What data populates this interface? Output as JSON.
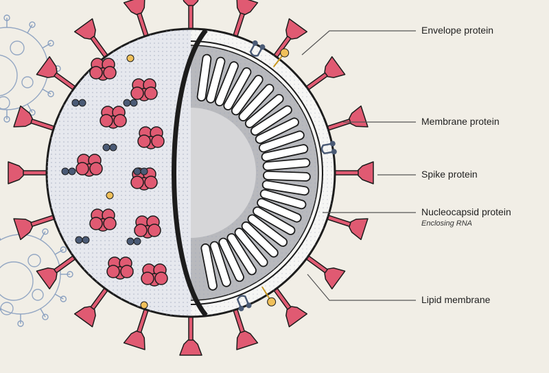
{
  "labels": {
    "envelope_protein": "Envelope protein",
    "membrane_protein": "Membrane protein",
    "spike_protein": "Spike protein",
    "nucleocapsid_protein": "Nucleocapsid protein",
    "nucleocapsid_note": "Enclosing RNA",
    "lipid_membrane": "Lipid membrane"
  },
  "colors": {
    "background": "#f1eee6",
    "spike": "#e05a72",
    "spike_outline": "#1c1c1c",
    "membrane_fill": "#e6e8ee",
    "interior": "#b8b9bd",
    "core": "#d6d6d8",
    "envelope": "#f0c05a",
    "membrane_dot": "#4a5a75",
    "leader": "#555555"
  },
  "icons": {
    "spike": "spike-protein-icon",
    "membrane": "membrane-protein-icon",
    "envelope": "envelope-protein-icon",
    "nucleocapsid": "nucleocapsid-coil-icon",
    "background_virus": "background-virus-icon"
  }
}
